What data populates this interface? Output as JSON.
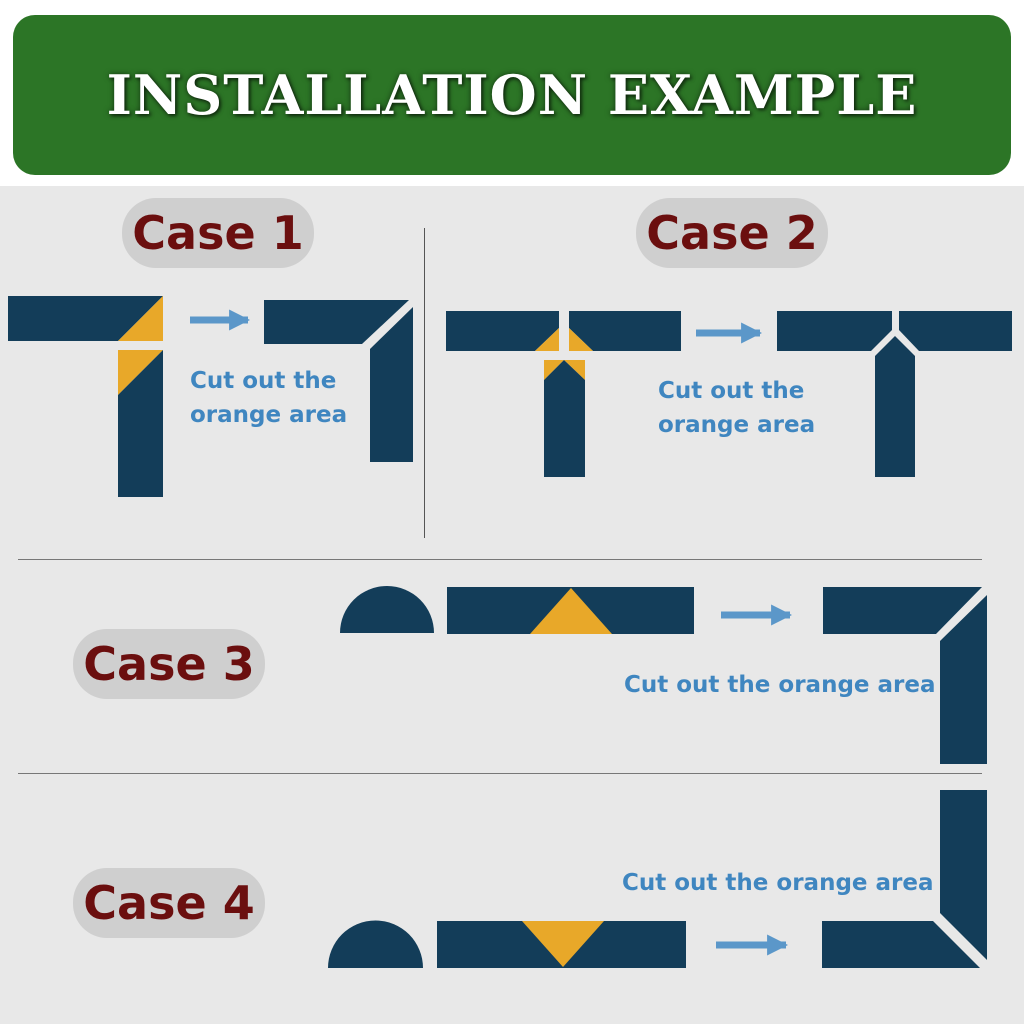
{
  "banner": {
    "title": "INSTALLATION EXAMPLE"
  },
  "cases": [
    {
      "label": "Case 1",
      "caption_line1": "Cut out the",
      "caption_line2": "orange area"
    },
    {
      "label": "Case 2",
      "caption_line1": "Cut out the",
      "caption_line2": "orange area"
    },
    {
      "label": "Case 3",
      "caption": "Cut out the orange area"
    },
    {
      "label": "Case 4",
      "caption": "Cut out the orange area"
    }
  ],
  "colors": {
    "banner_green": "#2c7526",
    "strip_navy": "#133d59",
    "cut_orange": "#e8a829",
    "arrow_blue": "#5b97c9",
    "label_maroon": "#6b0f0f",
    "caption_blue": "#3f86c0"
  }
}
